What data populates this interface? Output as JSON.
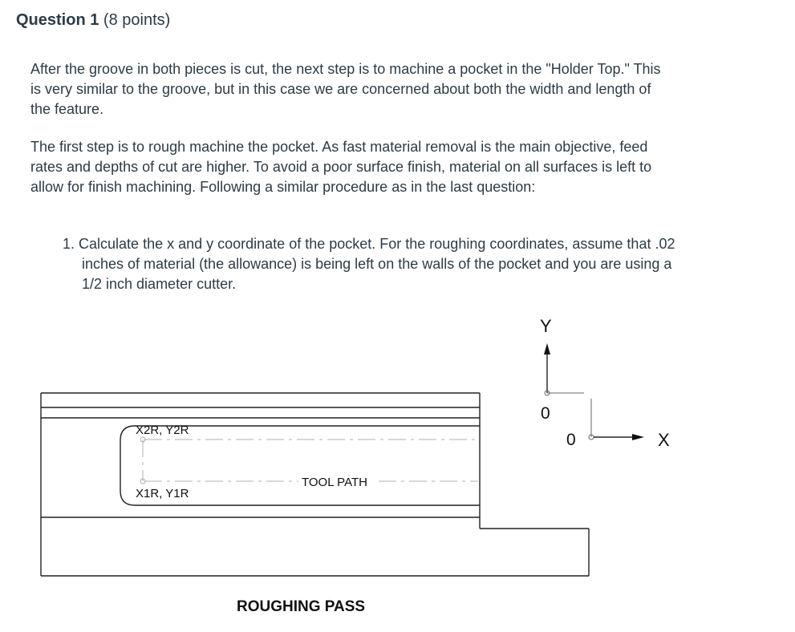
{
  "question": {
    "title": "Question 1",
    "points": "(8 points)"
  },
  "paragraphs": [
    "After the groove in both pieces is cut, the next step is to machine a pocket in the \"Holder Top.\" This is very similar to the groove, but in this case we are concerned about both the width and length of the feature.",
    "The first step is to rough machine the pocket. As fast material removal is the main objective, feed rates and depths of cut are higher.  To avoid a poor surface finish, material on all surfaces is left to allow for finish machining. Following a similar procedure as in the last question:"
  ],
  "list_items": [
    {
      "number": "1.",
      "text": "Calculate the x and y coordinate of the pocket. For the roughing coordinates, assume that .02 inches of material (the allowance) is being left on the walls of the pocket and you are using a 1/2 inch diameter cutter."
    }
  ],
  "figure": {
    "label_x2r_y2r": "X2R, Y2R",
    "label_x1r_y1r": "X1R, Y1R",
    "label_tool_path": "TOOL PATH",
    "caption": "ROUGHING PASS",
    "axis_y_label": "Y",
    "axis_y_zero": "0",
    "axis_x_zero": "0",
    "axis_x_label": "X"
  }
}
